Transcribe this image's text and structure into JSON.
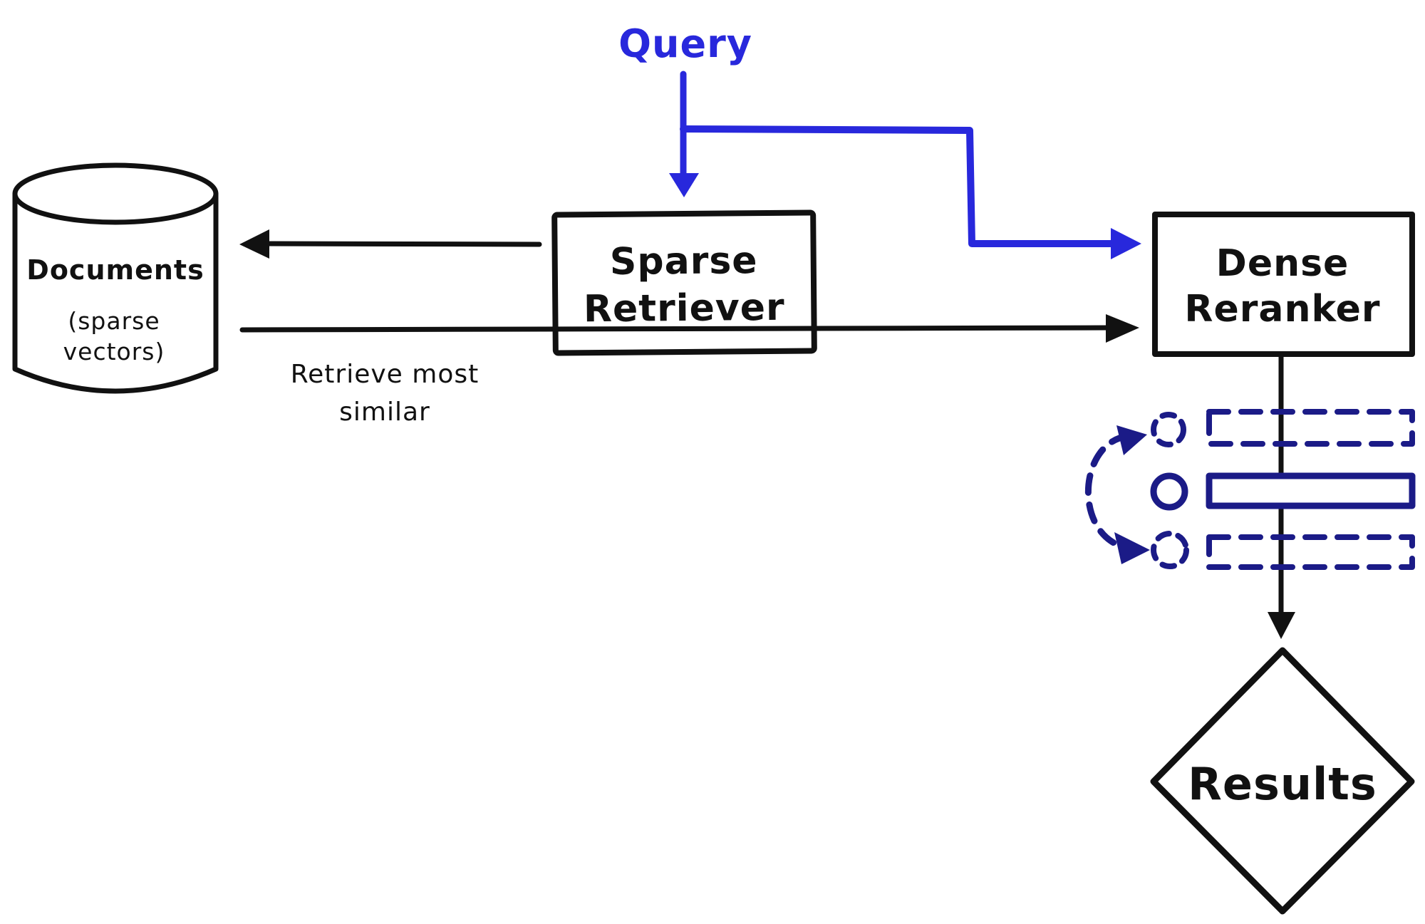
{
  "colors": {
    "background": "#FFFFFF",
    "ink": "#111111",
    "blue": "#2828DC",
    "navy": "#1B1B87",
    "sparse_box_fill": "#58F6F6",
    "reranker_box_fill": "#FFFFFF",
    "documents_fill": "#FFFFFF",
    "results_fill": "#F8F800"
  },
  "nodes": {
    "query": {
      "label": "Query"
    },
    "documents": {
      "title": "Documents",
      "subtitle_line1": "(sparse",
      "subtitle_line2": "vectors)"
    },
    "sparse_retriever": {
      "label_line1": "Sparse",
      "label_line2": "Retriever"
    },
    "dense_reranker": {
      "label_line1": "Dense",
      "label_line2": "Reranker"
    },
    "results": {
      "label": "Results"
    }
  },
  "edges": {
    "retrieve_most_similar": {
      "label_line1": "Retrieve most",
      "label_line2": "similar"
    }
  },
  "icons": {
    "rerank_swap_icon": "dashed-circular-swap-arrows",
    "ranked_rows_icon": "bullet-and-row-list"
  }
}
